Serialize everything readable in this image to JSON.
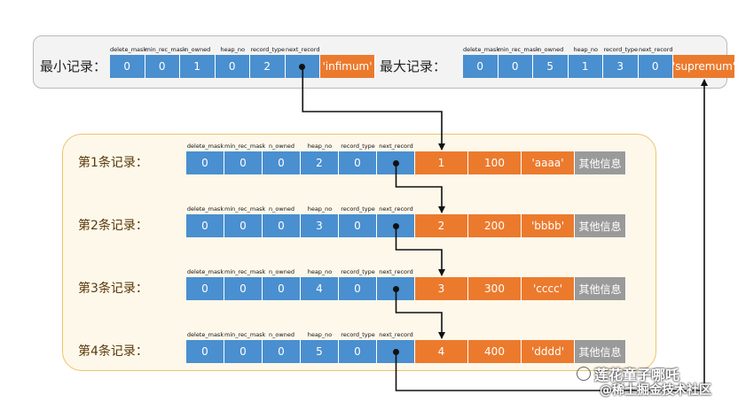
{
  "headers": [
    "delete_mask",
    "min_rec_mask",
    "n_owned",
    "heap_no",
    "record_type",
    "next_record"
  ],
  "min_record": {
    "label": "最小记录：",
    "fields": [
      "0",
      "0",
      "1",
      "0",
      "2",
      ""
    ],
    "data": [
      "'infimum'"
    ]
  },
  "max_record": {
    "label": "最大记录：",
    "fields": [
      "0",
      "0",
      "5",
      "1",
      "3",
      "0"
    ],
    "data": [
      "'supremum'"
    ]
  },
  "records": [
    {
      "label": "第1条记录：",
      "fields": [
        "0",
        "0",
        "0",
        "2",
        "0",
        ""
      ],
      "data": [
        "1",
        "100",
        "'aaaa'"
      ],
      "extra": "其他信息"
    },
    {
      "label": "第2条记录：",
      "fields": [
        "0",
        "0",
        "0",
        "3",
        "0",
        ""
      ],
      "data": [
        "2",
        "200",
        "'bbbb'"
      ],
      "extra": "其他信息"
    },
    {
      "label": "第3条记录：",
      "fields": [
        "0",
        "0",
        "0",
        "4",
        "0",
        ""
      ],
      "data": [
        "3",
        "300",
        "'cccc'"
      ],
      "extra": "其他信息"
    },
    {
      "label": "第4条记录：",
      "fields": [
        "0",
        "0",
        "0",
        "5",
        "0",
        ""
      ],
      "data": [
        "4",
        "400",
        "'dddd'"
      ],
      "extra": "其他信息"
    }
  ],
  "watermark": {
    "line1": "莲花童子哪吒",
    "line2": "@稀土掘金技术社区",
    "icon": "wechat-icon"
  },
  "colors": {
    "header_fields": "#4a8fcf",
    "data_fields": "#ec7a2d",
    "other_info": "#9a9a9a",
    "record_panel_border": "#f0c26a",
    "record_panel_bg": "#fdf8ea"
  }
}
